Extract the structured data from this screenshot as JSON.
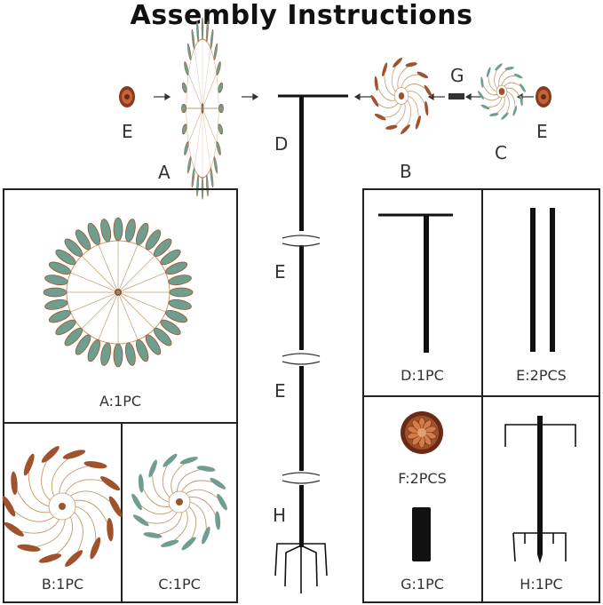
{
  "title": "Assembly Instructions",
  "top_labels": {
    "e_left": "E",
    "a": "A",
    "d": "D",
    "b": "B",
    "g": "G",
    "c": "C",
    "e_right": "E"
  },
  "pole_labels": {
    "e1": "E",
    "e2": "E",
    "h": "H"
  },
  "parts": {
    "a": "A:1PC",
    "b": "B:1PC",
    "c": "C:1PC",
    "d": "D:1PC",
    "e": "E:2PCS",
    "f": "F:2PCS",
    "g": "G:1PC",
    "h": "H:1PC"
  },
  "colors": {
    "teal": "#6f9e8f",
    "copper": "#a0522d",
    "brass": "#c49a6c",
    "line": "#222222"
  }
}
